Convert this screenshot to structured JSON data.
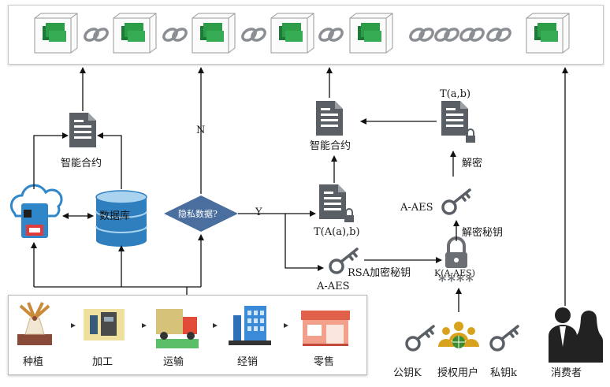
{
  "colors": {
    "block_green": "#2e9d4a",
    "block_dark": "#1f7a37",
    "doc_gray": "#5a5f66",
    "db_blue": "#2f7fbf",
    "db_light": "#a9d3ef",
    "diamond": "#4a6f9e",
    "cloud_blue": "#2f86c8",
    "lock_gray": "#6b6f74",
    "key_gray": "#5a5f66",
    "user_green": "#3b8c2f",
    "user_gold": "#d8a21c"
  },
  "icons": {
    "block": "green-block-cube-icon",
    "link": "chain-link-icon",
    "contract": "smart-contract-document-icon",
    "database": "database-icon",
    "cloud": "cloud-storage-icon",
    "decision": "decision-diamond",
    "key": "key-icon",
    "lock": "lock-icon",
    "users": "authorized-users-icon",
    "consumer": "consumer-people-icon"
  },
  "labels": {
    "smart_contract_left": "智能合约",
    "database": "数据库",
    "decision": "隐私数据?",
    "no": "N",
    "yes": "Y",
    "smart_contract_right": "智能合约",
    "encrypted_data": "T(A(a),b)",
    "t_ab": "T(a,b)",
    "decrypt": "解密",
    "aes_top": "A-AES",
    "decrypt_key": "解密秘钥",
    "rsa_key": "RSA加密秘钥",
    "aes_bottom": "A-AES",
    "k_aes": "K(A-AES)",
    "stars": "****",
    "public_key": "公钥K",
    "auth_user": "授权用户",
    "private_key": "私钥k",
    "consumer": "消费者"
  },
  "supply_chain": [
    {
      "label": "种植",
      "icon": "windmill-farm-icon"
    },
    {
      "label": "加工",
      "icon": "processing-machine-icon"
    },
    {
      "label": "运输",
      "icon": "delivery-truck-icon"
    },
    {
      "label": "经销",
      "icon": "distribution-building-icon"
    },
    {
      "label": "零售",
      "icon": "retail-store-icon"
    }
  ]
}
